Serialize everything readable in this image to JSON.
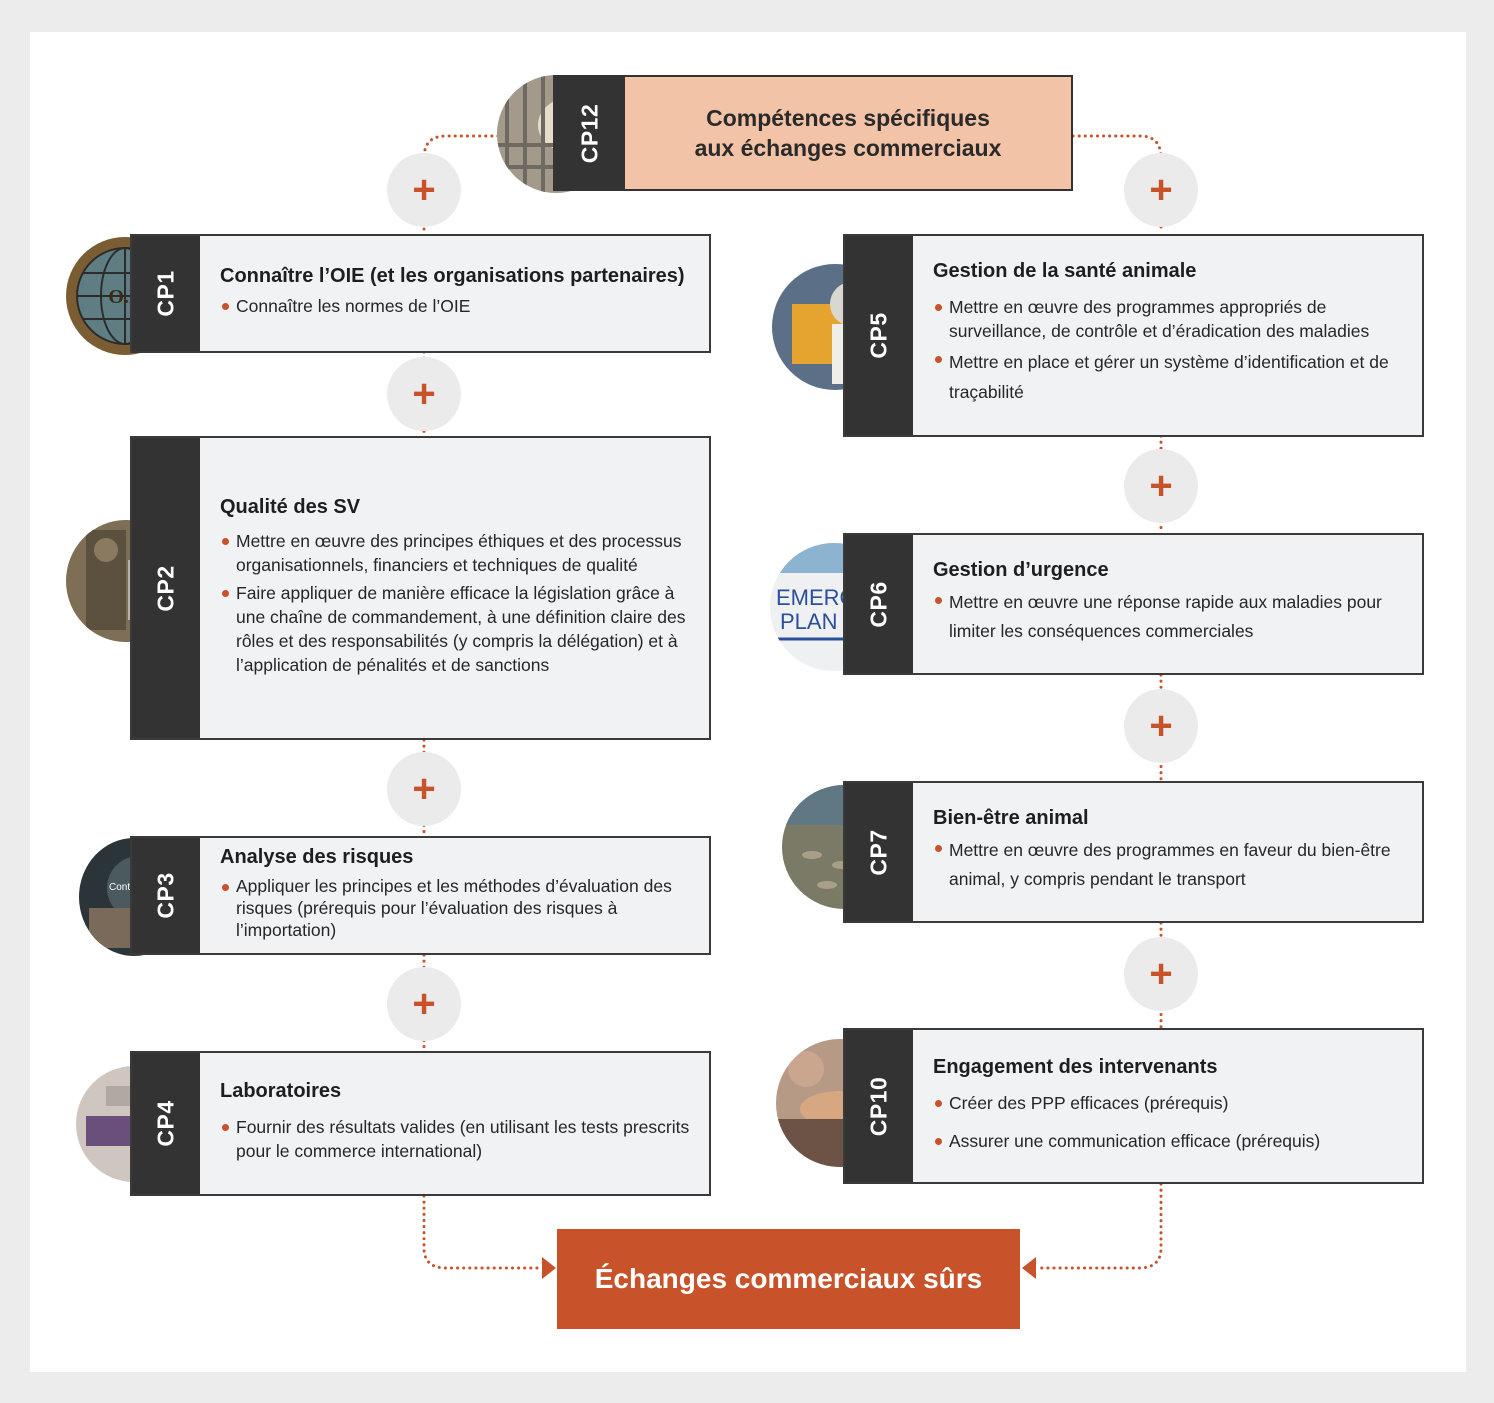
{
  "top": {
    "code": "CP12",
    "line1": "Compétences spécifiques",
    "line2": "aux échanges commerciaux"
  },
  "plus_symbol": "+",
  "left_cards": [
    {
      "code": "CP1",
      "title": "Connaître l’OIE (et les organisations partenaires)",
      "bullets": [
        "Connaître les normes de l’OIE"
      ]
    },
    {
      "code": "CP2",
      "title": "Qualité des SV",
      "bullets": [
        "Mettre en œuvre des principes éthiques et des processus organisationnels, financiers et techniques de qualité",
        "Faire appliquer de manière efficace la législation grâce à une chaîne de commandement, à une définition claire des rôles et des responsabilités (y compris la délégation) et à l’application de pénalités et de sanctions"
      ]
    },
    {
      "code": "CP3",
      "title": "Analyse des risques",
      "bullets": [
        "Appliquer les principes et les méthodes d’évaluation des risques (prérequis pour l’évaluation des risques à l’importation)"
      ]
    },
    {
      "code": "CP4",
      "title": "Laboratoires",
      "bullets": [
        "Fournir des résultats valides (en utilisant les tests prescrits pour le commerce international)"
      ]
    }
  ],
  "right_cards": [
    {
      "code": "CP5",
      "title": "Gestion de la santé animale",
      "bullets": [
        "Mettre en œuvre des programmes appropriés de surveillance, de contrôle et d’éradication des maladies",
        "Mettre en place et gérer un système d’identification et de traçabilité"
      ]
    },
    {
      "code": "CP6",
      "title": "Gestion d’urgence",
      "bullets": [
        "Mettre en œuvre une réponse rapide aux maladies pour limiter les conséquences commerciales"
      ]
    },
    {
      "code": "CP7",
      "title": "Bien-être animal",
      "bullets": [
        "Mettre en œuvre des programmes en faveur du bien-être animal, y compris pendant le transport"
      ]
    },
    {
      "code": "CP10",
      "title": "Engagement des intervenants",
      "bullets": [
        "Créer des PPP efficaces (prérequis)",
        "Assurer une communication efficace (prérequis)"
      ]
    }
  ],
  "bottom": {
    "label": "Échanges commerciaux sûrs"
  },
  "colors": {
    "accent": "#c8522a",
    "tab": "#333333",
    "card": "#f1f2f4",
    "top_fill": "#f3c3a8",
    "plus_bg": "#ebebeb"
  }
}
